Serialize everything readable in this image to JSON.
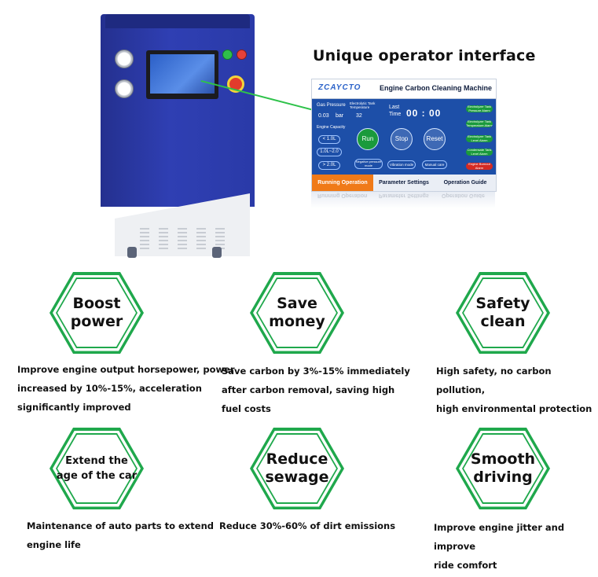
{
  "interface": {
    "heading": "Unique operator interface",
    "logo": "ZCAYCTO",
    "title": "Engine Carbon Cleaning Machine",
    "gas_pressure_label": "Gas Pressure",
    "gas_pressure_value": "0.03",
    "gas_pressure_unit": "bar",
    "tank_temp_label": "Electrolytic Tank Temperature",
    "tank_temp_value": "32",
    "last_time_label": "Last Time",
    "timer": "00 : 00",
    "engine_capacity_label": "Engine Capacity",
    "capacity_options": [
      "< 1.0L",
      "1.0L~2.0",
      "> 2.0L"
    ],
    "run": "Run",
    "stop": "Stop",
    "reset": "Reset",
    "modes": [
      "Negative pressure mode",
      "Vibration mode",
      "Manual care"
    ],
    "alarms": [
      {
        "text": "Electrolyzer Tank Pressure Alarm",
        "color": "#1a9a3c"
      },
      {
        "text": "Electrolyzer Tank Temperature Alarm",
        "color": "#1a9a3c"
      },
      {
        "text": "Electrolyzer Tank Level Alarm",
        "color": "#1a9a3c"
      },
      {
        "text": "Condensate Tank Level Alarm",
        "color": "#1a9a3c"
      },
      {
        "text": "Engine Burnout Alarm",
        "color": "#d42a22"
      }
    ],
    "tabs": [
      "Running Operation",
      "Parameter Settings",
      "Operation Guide"
    ]
  },
  "features": [
    {
      "title": "Boost\npower",
      "desc": [
        "Improve engine output horsepower, power",
        "increased by 10%-15%, acceleration",
        "significantly improved"
      ]
    },
    {
      "title": "Save\nmoney",
      "desc": [
        "Save carbon by 3%-15% immediately",
        "after carbon removal, saving high",
        "fuel costs"
      ]
    },
    {
      "title": "Safety\nclean",
      "desc": [
        "High safety, no carbon pollution,",
        "high environmental protection"
      ]
    },
    {
      "title": "Extend the\nage of the car",
      "desc": [
        "Maintenance of auto parts to extend",
        "engine life"
      ]
    },
    {
      "title": "Reduce\nsewage",
      "desc": [
        "Reduce 30%-60% of dirt emissions"
      ]
    },
    {
      "title": "Smooth\ndriving",
      "desc": [
        "Improve engine jitter and improve",
        "ride comfort"
      ]
    }
  ],
  "colors": {
    "accent_green": "#1fa84c",
    "machine_blue": "#2f3fb3",
    "tab_active": "#f07a18"
  }
}
